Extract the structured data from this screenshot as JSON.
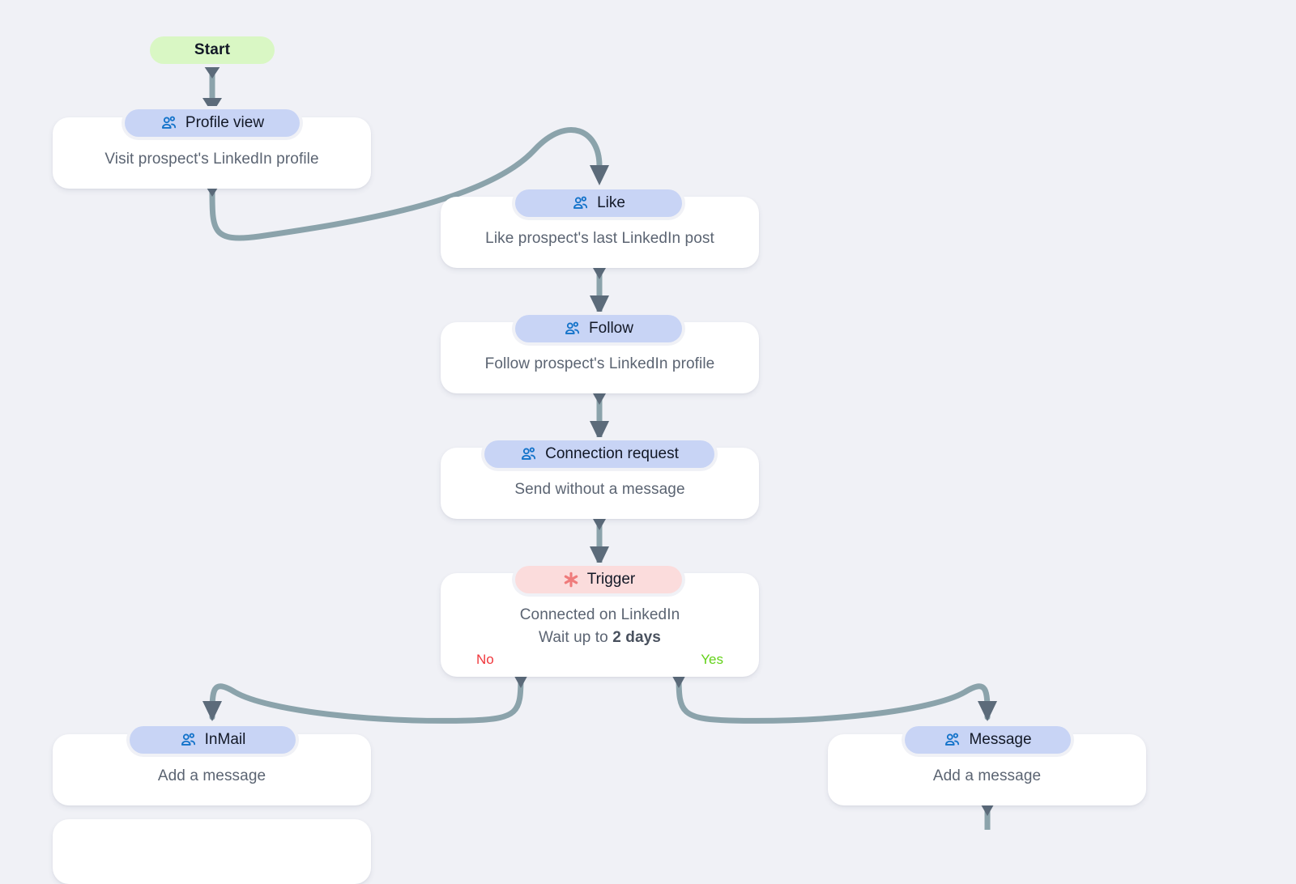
{
  "canvas": {
    "background_color": "#f0f1f6",
    "edge_color": "#8ba3ab",
    "arrow_color": "#5c6b7a"
  },
  "palette": {
    "action_pill": "#c8d4f5",
    "trigger_pill": "#fbdcdc",
    "start_pill": "#d9f7c4",
    "card_bg": "#ffffff",
    "body_text": "#5b6472",
    "no_color": "#f0373c",
    "yes_color": "#63d219",
    "icon_blue": "#1272c9",
    "icon_red": "#ef7b7b"
  },
  "nodes": {
    "start": {
      "label": "Start",
      "type": "start"
    },
    "profile_view": {
      "label": "Profile view",
      "icon": "users-icon",
      "body": "Visit prospect's LinkedIn profile",
      "type": "action"
    },
    "like": {
      "label": "Like",
      "icon": "users-icon",
      "body": "Like prospect's last LinkedIn post",
      "type": "action"
    },
    "follow": {
      "label": "Follow",
      "icon": "users-icon",
      "body": "Follow prospect's LinkedIn profile",
      "type": "action"
    },
    "connection_request": {
      "label": "Connection request",
      "icon": "users-icon",
      "body": "Send without a message",
      "type": "action"
    },
    "trigger": {
      "label": "Trigger",
      "icon": "asterisk-icon",
      "body_line1": "Connected on LinkedIn",
      "body_line2_prefix": "Wait up to ",
      "body_line2_value": "2 days",
      "branch_no": "No",
      "branch_yes": "Yes",
      "type": "trigger"
    },
    "inmail": {
      "label": "InMail",
      "icon": "users-icon",
      "body": "Add a message",
      "type": "action"
    },
    "message": {
      "label": "Message",
      "icon": "users-icon",
      "body": "Add a message",
      "type": "action"
    }
  }
}
